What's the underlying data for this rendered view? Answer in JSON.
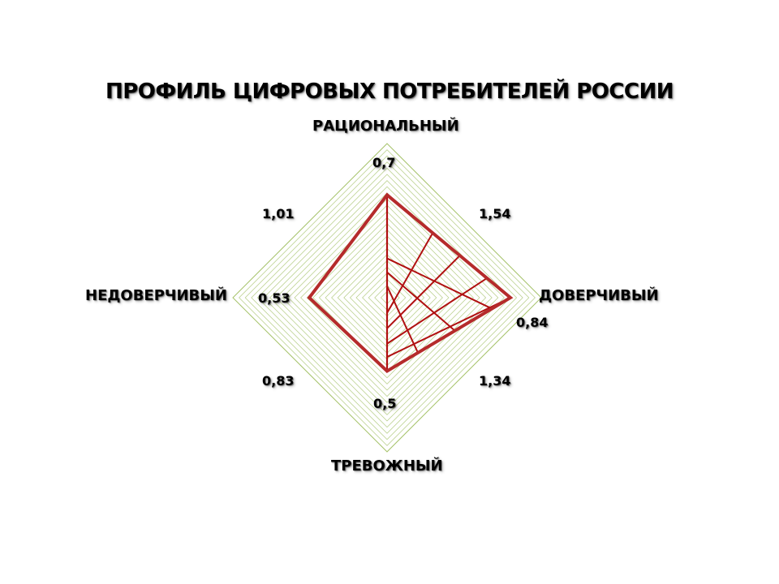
{
  "title": "ПРОФИЛЬ ЦИФРОВЫХ ПОТРЕБИТЕЛЕЙ РОССИИ",
  "axis_labels": {
    "top": "РАЦИОНАЛЬНЫЙ",
    "right": "ДОВЕРЧИВЫЙ",
    "bottom": "ТРЕВОЖНЫЙ",
    "left": "НЕДОВЕРЧИВЫЙ"
  },
  "value_labels": {
    "top": "0,7",
    "top_right": "1,54",
    "right": "0,84",
    "bottom_right": "1,34",
    "bottom": "0,5",
    "bottom_left": "0,83",
    "left": "0,53",
    "top_left": "1,01"
  },
  "colors": {
    "series": "#b52b2b",
    "grid": "#9bbb59",
    "hatch": "#b01010"
  },
  "chart_data": {
    "type": "radar",
    "title": "ПРОФИЛЬ ЦИФРОВЫХ ПОТРЕБИТЕЛЕЙ РОССИИ",
    "categories": [
      "РАЦИОНАЛЬНЫЙ",
      "ДОВЕРЧИВЫЙ",
      "ТРЕВОЖНЫЙ",
      "НЕДОВЕРЧИВЫЙ"
    ],
    "values": [
      0.7,
      0.84,
      0.5,
      0.53
    ],
    "rmax": 1.05,
    "grid_rings": 25,
    "grid": true,
    "legend": "none",
    "quadrant_values": {
      "РАЦИОНАЛЬНЫЙ-ДОВЕРЧИВЫЙ": 1.54,
      "ДОВЕРЧИВЫЙ-ТРЕВОЖНЫЙ": 1.34,
      "ТРЕВОЖНЫЙ-НЕДОВЕРЧИВЫЙ": 0.83,
      "НЕДОВЕРЧИВЫЙ-РАЦИОНАЛЬНЫЙ": 1.01
    }
  }
}
